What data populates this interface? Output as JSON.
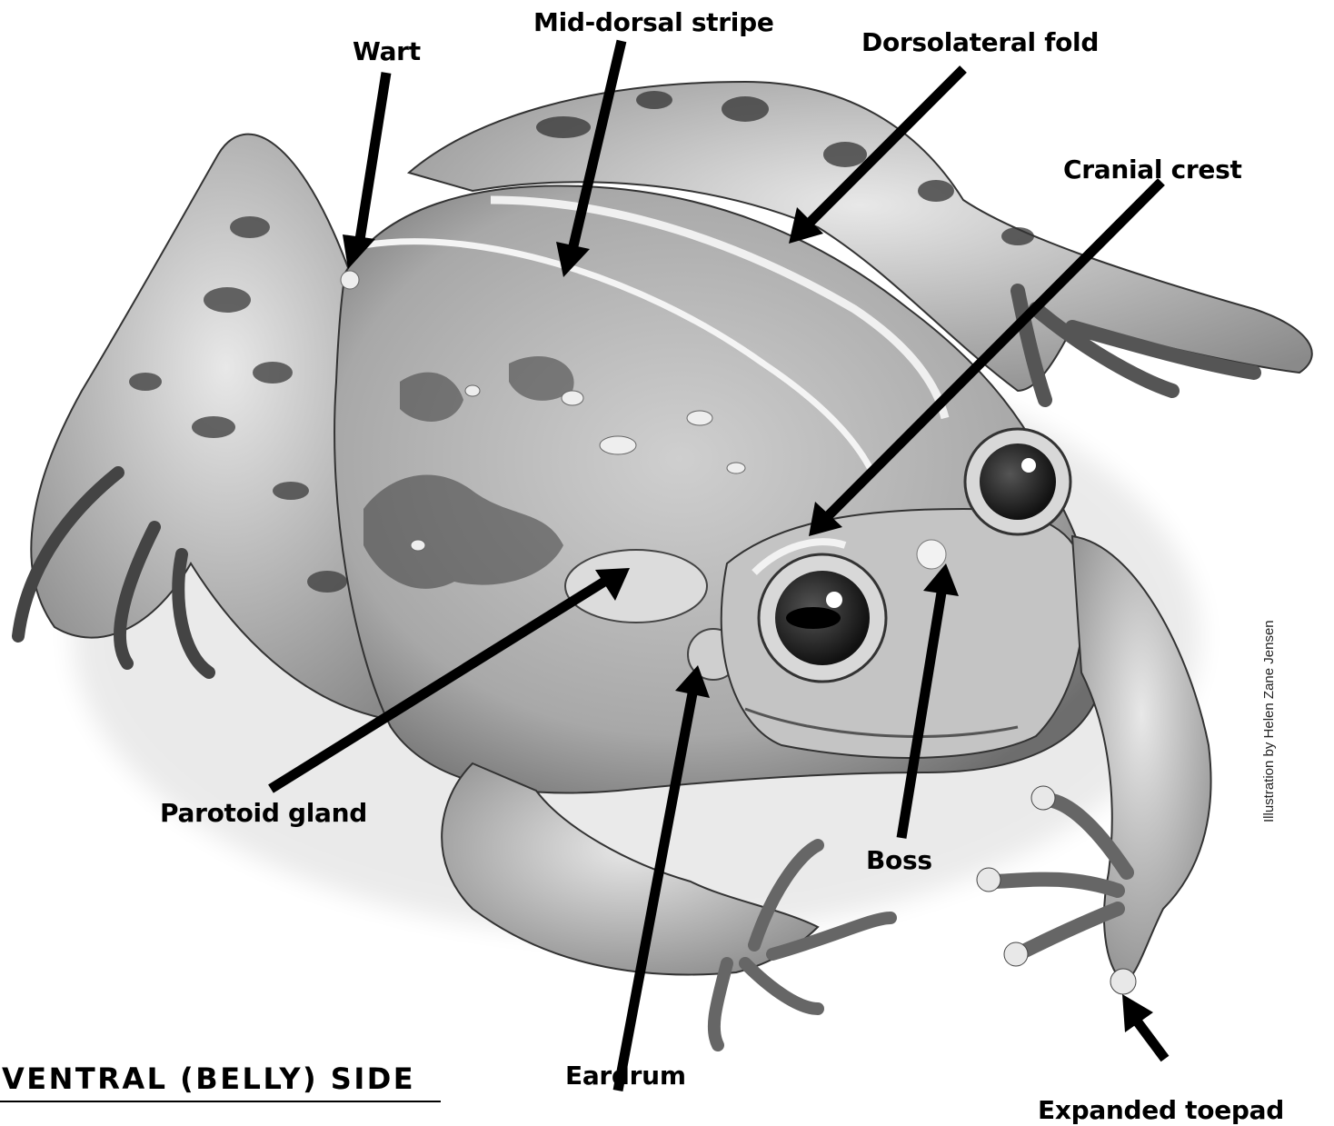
{
  "labels": {
    "wart": "Wart",
    "mid_dorsal_stripe": "Mid-dorsal stripe",
    "dorsolateral_fold": "Dorsolateral fold",
    "cranial_crest": "Cranial crest",
    "parotoid_gland": "Parotoid gland",
    "boss": "Boss",
    "eardrum": "Eardrum",
    "expanded_toepad": "Expanded toepad"
  },
  "section_title": "VENTRAL (BELLY) SIDE",
  "credit": "Illustration by Helen Zane Jensen",
  "colors": {
    "ink": "#000000",
    "skin_light": "#e6e6e6",
    "skin_mid": "#bdbdbd",
    "skin_dark": "#3a3a3a"
  }
}
